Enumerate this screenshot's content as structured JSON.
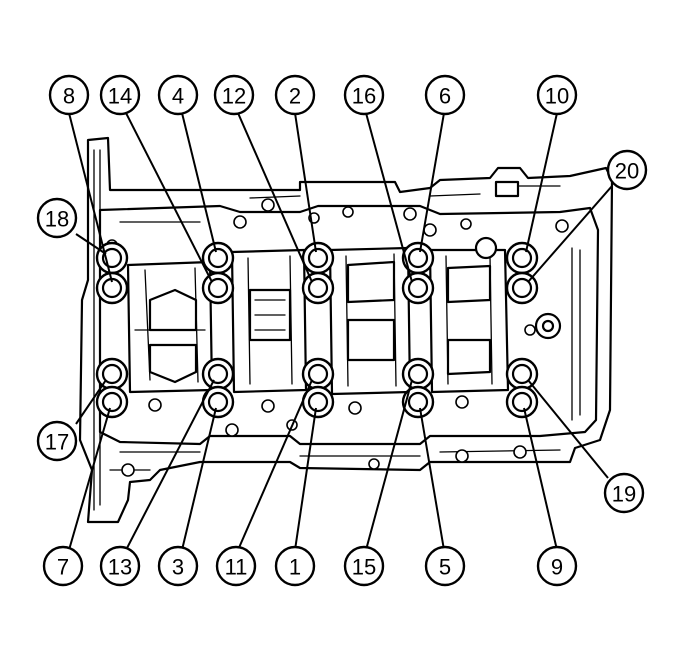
{
  "callouts": [
    {
      "id": "8",
      "label": "8"
    },
    {
      "id": "14",
      "label": "14"
    },
    {
      "id": "4",
      "label": "4"
    },
    {
      "id": "12",
      "label": "12"
    },
    {
      "id": "2",
      "label": "2"
    },
    {
      "id": "16",
      "label": "16"
    },
    {
      "id": "6",
      "label": "6"
    },
    {
      "id": "10",
      "label": "10"
    },
    {
      "id": "20",
      "label": "20"
    },
    {
      "id": "18",
      "label": "18"
    },
    {
      "id": "17",
      "label": "17"
    },
    {
      "id": "19",
      "label": "19"
    },
    {
      "id": "7",
      "label": "7"
    },
    {
      "id": "13",
      "label": "13"
    },
    {
      "id": "3",
      "label": "3"
    },
    {
      "id": "11",
      "label": "11"
    },
    {
      "id": "1",
      "label": "1"
    },
    {
      "id": "15",
      "label": "15"
    },
    {
      "id": "5",
      "label": "5"
    },
    {
      "id": "9",
      "label": "9"
    }
  ],
  "colors": {
    "ink": "#000000",
    "paper": "#ffffff"
  }
}
